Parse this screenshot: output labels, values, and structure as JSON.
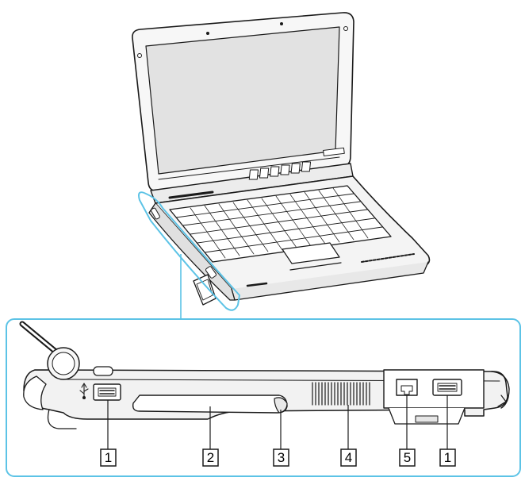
{
  "callouts": [
    {
      "id": "usb-port-a",
      "label": "1"
    },
    {
      "id": "pc-card-slot",
      "label": "2"
    },
    {
      "id": "pc-card-release-button",
      "label": "3"
    },
    {
      "id": "air-vent",
      "label": "4"
    },
    {
      "id": "network-port",
      "label": "5"
    },
    {
      "id": "usb-port-b",
      "label": "1"
    }
  ],
  "colors": {
    "highlight": "#5cc3e6",
    "line": "#1a1a1a",
    "screen": "#e2e2e2",
    "body": "#f4f4f4"
  }
}
